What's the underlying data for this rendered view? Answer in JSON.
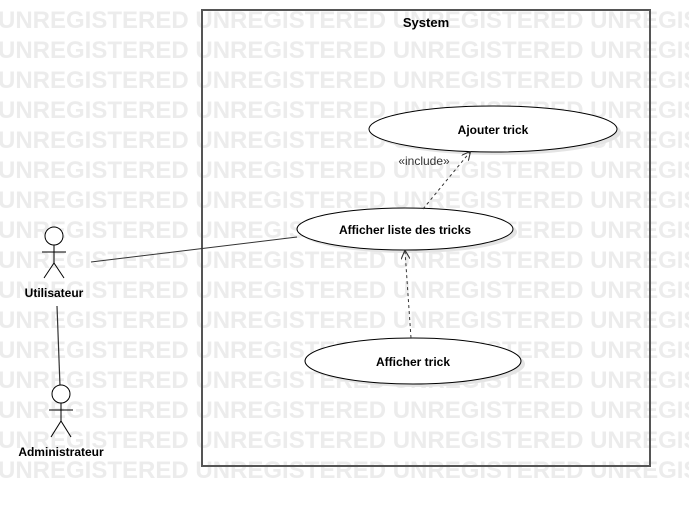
{
  "watermark": {
    "text": "UNREGISTERED"
  },
  "system": {
    "title": "System"
  },
  "use_cases": [
    {
      "id": "ajouter",
      "label": "Ajouter trick"
    },
    {
      "id": "liste",
      "label": "Afficher liste des tricks"
    },
    {
      "id": "afficher",
      "label": "Afficher trick"
    }
  ],
  "actors": [
    {
      "id": "utilisateur",
      "label": "Utilisateur"
    },
    {
      "id": "administrateur",
      "label": "Administrateur"
    }
  ],
  "relations": {
    "include_label": "«include»"
  },
  "colors": {
    "line": "#333333",
    "frame": "#555555",
    "watermark": "#ececec"
  }
}
